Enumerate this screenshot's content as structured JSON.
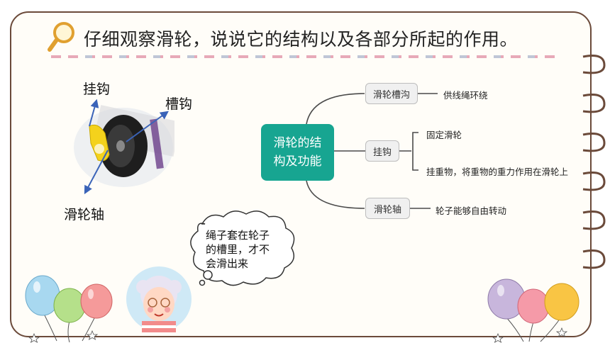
{
  "title": "仔细观察滑轮，说说它的结构以及各部分所起的作用。",
  "pulley_labels": {
    "hook": "挂钩",
    "groove": "槽钩",
    "axle": "滑轮轴"
  },
  "mindmap": {
    "center_line1": "滑轮的结",
    "center_line2": "构及功能",
    "branches": [
      {
        "label": "滑轮槽沟",
        "leaves": [
          "供线绳环绕"
        ]
      },
      {
        "label": "挂钩",
        "leaves": [
          "固定滑轮",
          "挂重物，将重物的重力作用在滑轮上"
        ]
      },
      {
        "label": "滑轮轴",
        "leaves": [
          "轮子能够自由转动"
        ]
      }
    ]
  },
  "speech_bubble": {
    "line1": "绳子套在轮子",
    "line2": "的槽里，才不",
    "line3": "会滑出来"
  },
  "colors": {
    "accent_teal": "#17a591",
    "border_brown": "#6b4a3a",
    "dash_pink": "#e7a9b8",
    "dash_gray": "#bfc6d6",
    "arrow_blue": "#3a63b8"
  },
  "icons": [
    "magnifier-icon",
    "balloon-icon",
    "star-icon",
    "grandma-avatar",
    "pulley-image"
  ]
}
